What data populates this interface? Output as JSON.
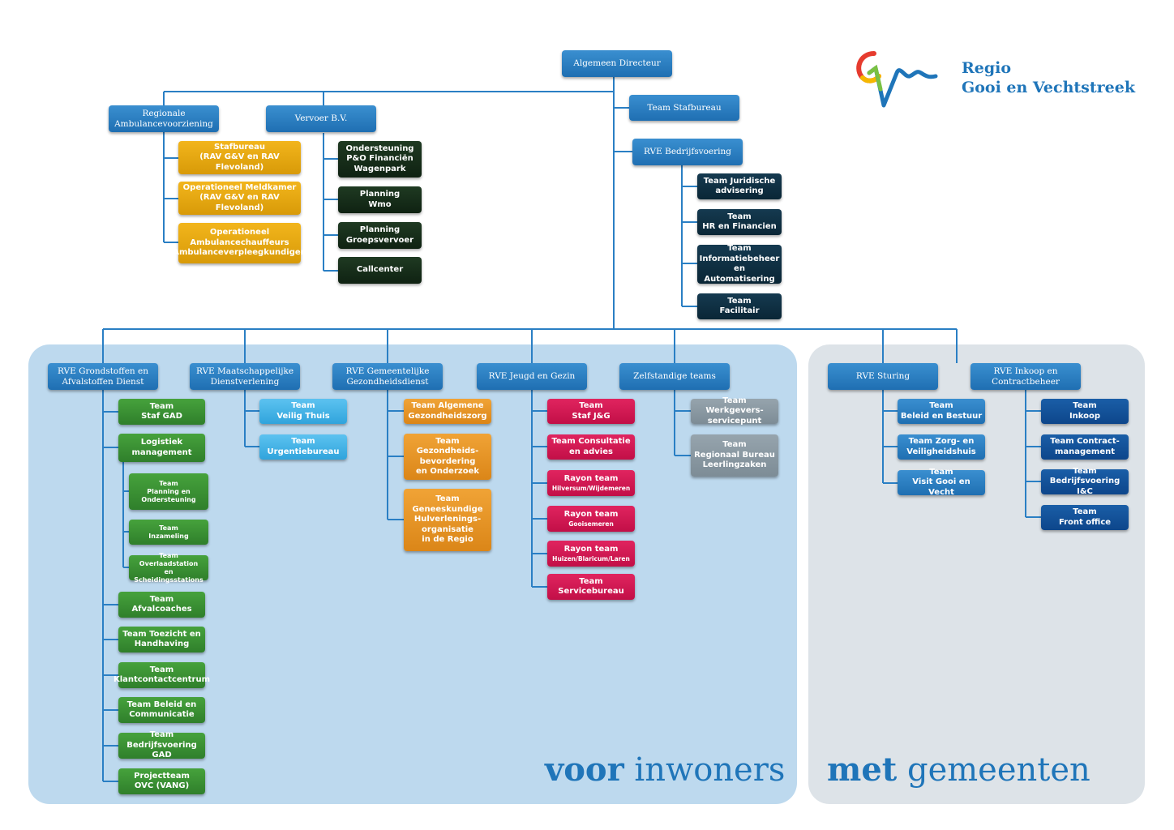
{
  "logo": {
    "text": "Regio\nGooi en Vechtstreek",
    "colors": [
      "#e63b2e",
      "#f5b800",
      "#7ac143",
      "#1f75b9"
    ]
  },
  "panels": {
    "left": {
      "bold": "voor",
      "rest": " inwoners"
    },
    "right": {
      "bold": "met",
      "rest": " gemeenten"
    }
  },
  "colors": {
    "blue": "#2a7fc4",
    "gold": "#e8a90f",
    "dark_green": "#17301b",
    "navy": "#0f3044",
    "green": "#3a8f33",
    "cyan": "#45b4e6",
    "orange": "#e69426",
    "red": "#d0174f",
    "grey": "#8796a0",
    "dark_blue": "#14529a",
    "line": "#2a7fc4"
  },
  "boxes": {
    "directeur": "Algemeen Directeur",
    "ambulance": "Regionale\nAmbulancevoorziening",
    "vervoer": "Vervoer B.V.",
    "stafbureau_top": "Team Stafbureau",
    "bedrijfsvoering": "RVE Bedrijfsvoering",
    "rav_staf": "Stafbureau\n(RAV G&V en RAV Flevoland)",
    "rav_meld": "Operationeel Meldkamer\n(RAV G&V en RAV Flevoland)",
    "rav_oper": "Operationeel\nAmbulancechauffeurs\nAmbulanceverpleegkundigen",
    "v_onder": "Ondersteuning\nP&O Financiën\nWagenpark",
    "v_wmo": "Planning\nWmo",
    "v_groep": "Planning\nGroepsvervoer",
    "v_call": "Callcenter",
    "b_jur": "Team Juridische\nadvisering",
    "b_hr": "Team\nHR en Financien",
    "b_info": "Team\nInformatiebeheer\nen Automatisering",
    "b_fac": "Team\nFacilitair",
    "gad": "RVE Grondstoffen en\nAfvalstoffen Dienst",
    "maat": "RVE Maatschappelijke\nDienstverlening",
    "ggd": "RVE Gemeentelijke\nGezondheidsdienst",
    "jeugd": "RVE Jeugd en Gezin",
    "zelf": "Zelfstandige teams",
    "sturing": "RVE Sturing",
    "inkoop": "RVE Inkoop en\nContractbeheer",
    "g_staf": "Team\nStaf GAD",
    "g_log": "Logistiek\nmanagement",
    "g_plan": "Team\nPlanning en\nOndersteuning",
    "g_inz": "Team\nInzameling",
    "g_over": "Team Overlaadstation\nen Scheidingsstations",
    "g_afval": "Team\nAfvalcoaches",
    "g_toez": "Team Toezicht en\nHandhaving",
    "g_klant": "Team\nKlantcontactcentrum",
    "g_beleid": "Team Beleid en\nCommunicatie",
    "g_bedr": "Team\nBedrijfsvoering GAD",
    "g_proj": "Projectteam\nOVC (VANG)",
    "m_veilig": "Team\nVeilig Thuis",
    "m_urg": "Team\nUrgentiebureau",
    "o_alg": "Team Algemene\nGezondheidszorg",
    "o_gez": "Team\nGezondheids-\nbevordering\nen Onderzoek",
    "o_ghor": "Team\nGeneeskundige\nHulverlenings-\norganisatie\nin de Regio",
    "j_staf": "Team\nStaf J&G",
    "j_cons": "Team Consultatie\nen advies",
    "j_hil_title": "Rayon team",
    "j_hil_sub": "Hilversum/Wijdemeren",
    "j_gooi_title": "Rayon team",
    "j_gooi_sub": "Gooisemeren",
    "j_huiz_title": "Rayon team",
    "j_huiz_sub": "Huizen/Blaricum/Laren",
    "j_serv": "Team\nServicebureau",
    "z_werk": "Team Werkgevers-\nservicepunt",
    "z_rbl": "Team\nRegionaal Bureau\nLeerlingzaken",
    "s_beleid": "Team\nBeleid en Bestuur",
    "s_zorg": "Team Zorg- en\nVeiligheidshuis",
    "s_visit": "Team\nVisit Gooi en Vecht",
    "i_inkoop": "Team\nInkoop",
    "i_contract": "Team Contract-\nmanagement",
    "i_bedr": "Team\nBedrijfsvoering I&C",
    "i_front": "Team\nFront office"
  }
}
